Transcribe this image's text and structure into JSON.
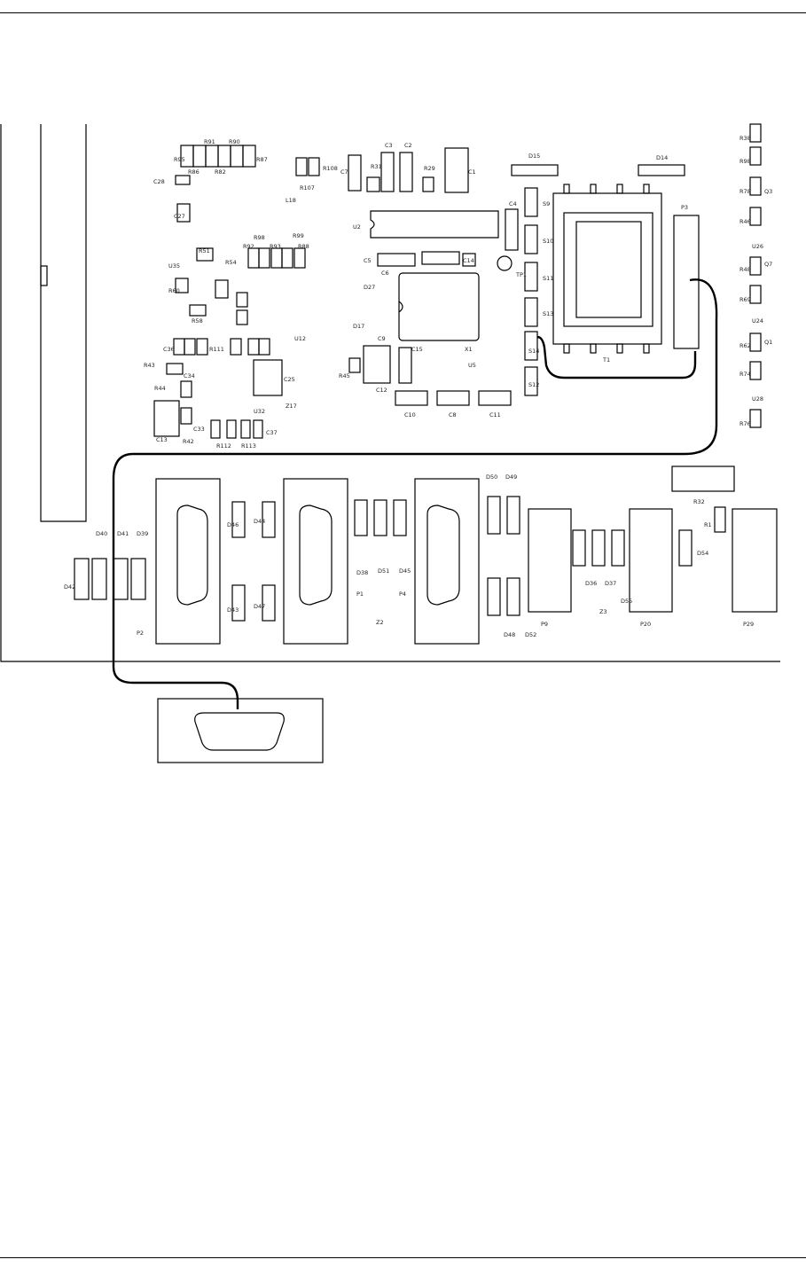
{
  "figure": {
    "components": [
      {
        "ref": "R91"
      },
      {
        "ref": "R90"
      },
      {
        "ref": "R95"
      },
      {
        "ref": "R86"
      },
      {
        "ref": "R82"
      },
      {
        "ref": "R87"
      },
      {
        "ref": "C28"
      },
      {
        "ref": "C27"
      },
      {
        "ref": "R51"
      },
      {
        "ref": "U35"
      },
      {
        "ref": "R60"
      },
      {
        "ref": "R58"
      },
      {
        "ref": "C36"
      },
      {
        "ref": "R43"
      },
      {
        "ref": "R44"
      },
      {
        "ref": "C13"
      },
      {
        "ref": "R42"
      },
      {
        "ref": "C33"
      },
      {
        "ref": "C34"
      },
      {
        "ref": "R111"
      },
      {
        "ref": "R112"
      },
      {
        "ref": "R113"
      },
      {
        "ref": "C37"
      },
      {
        "ref": "U32"
      },
      {
        "ref": "C25"
      },
      {
        "ref": "Z17"
      },
      {
        "ref": "U12"
      },
      {
        "ref": "R98"
      },
      {
        "ref": "R92"
      },
      {
        "ref": "R93"
      },
      {
        "ref": "R99"
      },
      {
        "ref": "R88"
      },
      {
        "ref": "R54"
      },
      {
        "ref": "R107"
      },
      {
        "ref": "R108"
      },
      {
        "ref": "L18"
      },
      {
        "ref": "C7"
      },
      {
        "ref": "R31"
      },
      {
        "ref": "C3"
      },
      {
        "ref": "C2"
      },
      {
        "ref": "R29"
      },
      {
        "ref": "C1"
      },
      {
        "ref": "U2"
      },
      {
        "ref": "C4"
      },
      {
        "ref": "C5"
      },
      {
        "ref": "C6"
      },
      {
        "ref": "C14"
      },
      {
        "ref": "TP1"
      },
      {
        "ref": "D27"
      },
      {
        "ref": "D17"
      },
      {
        "ref": "C9"
      },
      {
        "ref": "C15"
      },
      {
        "ref": "X1"
      },
      {
        "ref": "U5"
      },
      {
        "ref": "R45"
      },
      {
        "ref": "C12"
      },
      {
        "ref": "C10"
      },
      {
        "ref": "C8"
      },
      {
        "ref": "C11"
      },
      {
        "ref": "D15"
      },
      {
        "ref": "D14"
      },
      {
        "ref": "S9"
      },
      {
        "ref": "S10"
      },
      {
        "ref": "S11"
      },
      {
        "ref": "S13"
      },
      {
        "ref": "S14"
      },
      {
        "ref": "S12"
      },
      {
        "ref": "T1"
      },
      {
        "ref": "P3"
      },
      {
        "ref": "R38"
      },
      {
        "ref": "R98"
      },
      {
        "ref": "R78"
      },
      {
        "ref": "Q3"
      },
      {
        "ref": "R46"
      },
      {
        "ref": "U26"
      },
      {
        "ref": "R48"
      },
      {
        "ref": "Q7"
      },
      {
        "ref": "R69"
      },
      {
        "ref": "U24"
      },
      {
        "ref": "R62"
      },
      {
        "ref": "Q1"
      },
      {
        "ref": "R74"
      },
      {
        "ref": "U28"
      },
      {
        "ref": "R76"
      },
      {
        "ref": "D42"
      },
      {
        "ref": "D40"
      },
      {
        "ref": "D41"
      },
      {
        "ref": "D39"
      },
      {
        "ref": "P2"
      },
      {
        "ref": "D46"
      },
      {
        "ref": "D44"
      },
      {
        "ref": "D43"
      },
      {
        "ref": "D47"
      },
      {
        "ref": "D38"
      },
      {
        "ref": "D51"
      },
      {
        "ref": "D45"
      },
      {
        "ref": "P1"
      },
      {
        "ref": "P4"
      },
      {
        "ref": "Z2"
      },
      {
        "ref": "D50"
      },
      {
        "ref": "D49"
      },
      {
        "ref": "D48"
      },
      {
        "ref": "D52"
      },
      {
        "ref": "P9"
      },
      {
        "ref": "D36"
      },
      {
        "ref": "D37"
      },
      {
        "ref": "D55"
      },
      {
        "ref": "Z3"
      },
      {
        "ref": "P20"
      },
      {
        "ref": "R32"
      },
      {
        "ref": "R1"
      },
      {
        "ref": "D54"
      },
      {
        "ref": "P29"
      }
    ]
  }
}
